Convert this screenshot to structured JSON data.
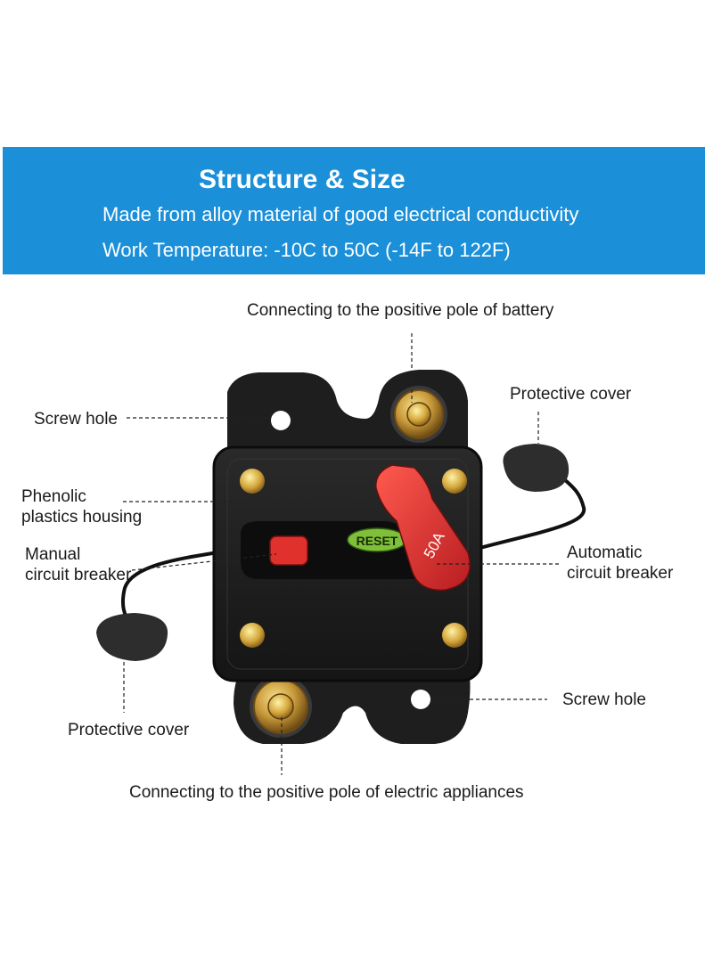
{
  "banner": {
    "title": "Structure & Size",
    "line1": "Made from alloy material of good electrical conductivity",
    "line2": "Work Temperature: -10C to 50C (-14F to 122F)"
  },
  "labels": {
    "battery_pole": "Connecting to the positive pole of battery",
    "protective_cover_right": "Protective cover",
    "screw_hole_left": "Screw hole",
    "phenolic_line1": "Phenolic",
    "phenolic_line2": "plastics housing",
    "manual_line1": "Manual",
    "manual_line2": "circuit breaker",
    "automatic_line1": "Automatic",
    "automatic_line2": "circuit breaker",
    "screw_hole_right": "Screw hole",
    "protective_cover_left": "Protective cover",
    "appliance_pole": "Connecting to the positive pole of electric appliances"
  },
  "device": {
    "reset_text": "RESET",
    "rating_text": "50A"
  },
  "colors": {
    "banner": "#1b8fd8",
    "housing": "#1c1c1c",
    "lever": "#d8262a",
    "reset_badge": "#7fbf3a",
    "terminal_brass": "#c89a3a"
  }
}
